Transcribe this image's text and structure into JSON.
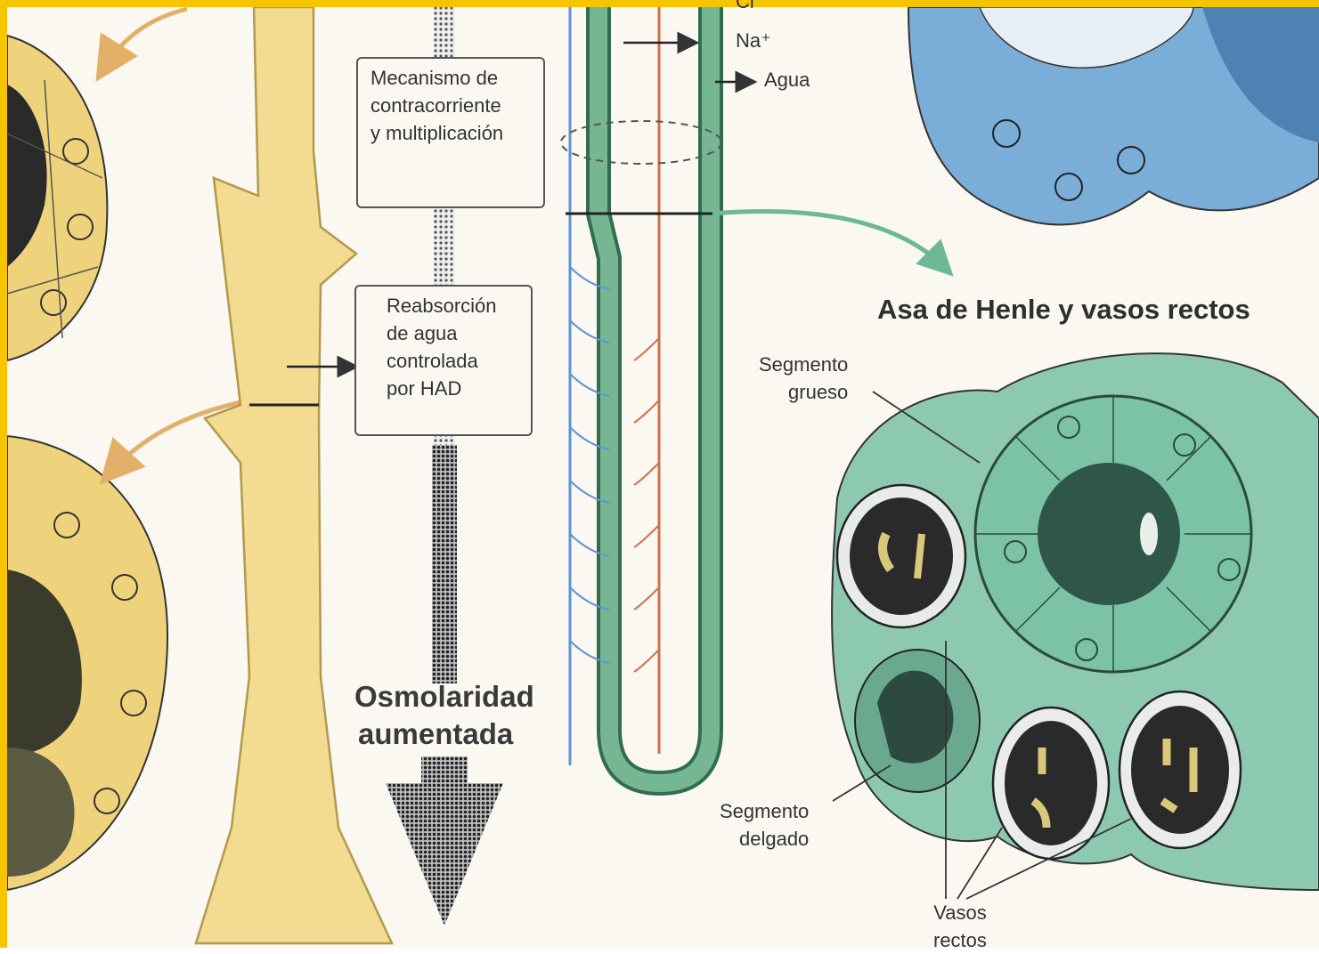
{
  "labels": {
    "cl": "Cl⁻",
    "na": "Na⁺",
    "agua": "Agua",
    "box_mecanismo": [
      "Mecanismo de",
      "contracorriente",
      "y multiplicación"
    ],
    "box_reabsorcion": [
      "Reabsorción",
      "de agua",
      "controlada",
      "por HAD"
    ],
    "osmolaridad": [
      "Osmolaridad",
      "aumentada"
    ],
    "asa_title": "Asa de Henle y vasos rectos",
    "segmento_grueso": [
      "Segmento",
      "grueso"
    ],
    "segmento_delgado": [
      "Segmento",
      "delgado"
    ],
    "vasos_rectos": [
      "Vasos",
      "rectos"
    ]
  },
  "colors": {
    "frame": "#f6c400",
    "duct": "#f3dc92",
    "loop": "#6faa8a",
    "arterial": "#d2704b",
    "venous": "#5d95d8",
    "cell_yellow": "#efd37c",
    "cell_green": "#7cc2a6",
    "cell_blue": "#7aaed8",
    "arrow_orange": "#e3b06a",
    "arrow_green": "#6db896"
  }
}
